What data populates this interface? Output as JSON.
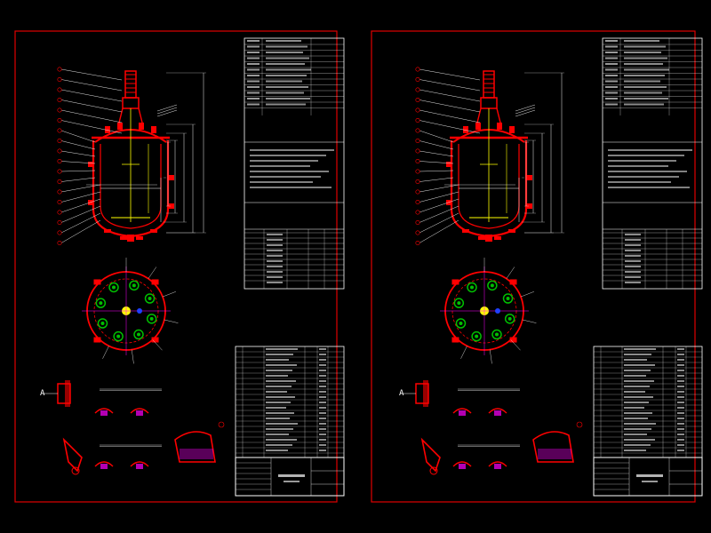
{
  "sheets": [
    {
      "id": "left",
      "items_labeled": true
    },
    {
      "id": "right",
      "items_labeled": true
    }
  ],
  "colors": {
    "background": "#000000",
    "frame": "#e00000",
    "vessel": "#ff0000",
    "leader": "#ffffff",
    "dimension": "#f0f0f0",
    "table_line": "#ffffff",
    "nozzle_green": "#00c000",
    "accent_yellow": "#ffff00",
    "accent_magenta": "#ff00ff",
    "accent_blue": "#2040ff"
  },
  "section_label": "A"
}
